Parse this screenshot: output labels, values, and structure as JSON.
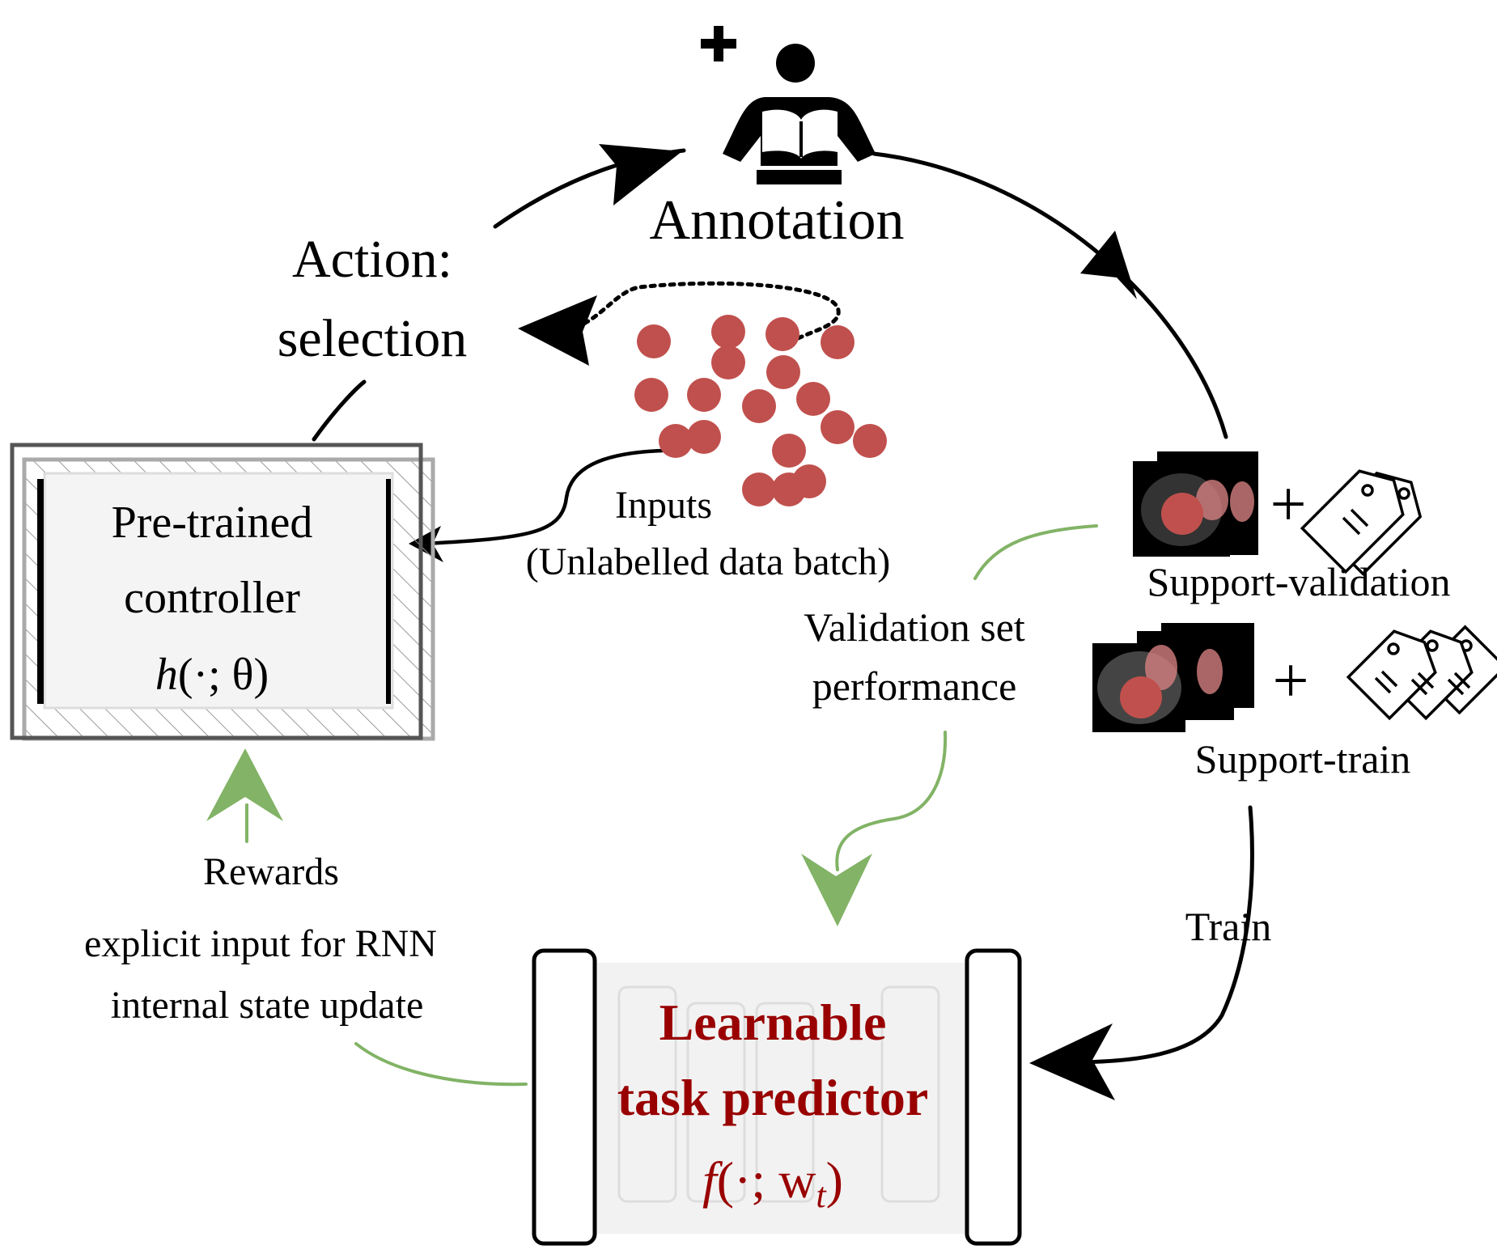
{
  "labels": {
    "annotation": "Annotation",
    "action_line1": "Action:",
    "action_line2": "selection",
    "inputs_line1": "Inputs",
    "inputs_line2": "(Unlabelled data batch)",
    "controller_line1": "Pre-trained",
    "controller_line2": "controller",
    "controller_fn_h": "h",
    "controller_fn_args": "(·; θ)",
    "support_validation": "Support-validation",
    "support_train": "Support-train",
    "plus": "+",
    "validation_line1": "Validation set",
    "validation_line2": "performance",
    "train": "Train",
    "rewards": "Rewards",
    "rewards_desc_line1": "explicit input for RNN",
    "rewards_desc_line2": "internal state update",
    "predictor_line1": "Learnable",
    "predictor_line2": "task predictor",
    "predictor_fn_f": "f",
    "predictor_fn_args": "(·; w",
    "predictor_fn_sub": "t",
    "predictor_fn_close": ")"
  },
  "colors": {
    "data_point": "#c0504d",
    "green_arrow": "#82b366",
    "predictor_text": "#990000",
    "black": "#000000"
  },
  "icons": [
    "annotator-icon",
    "plus-icon",
    "tag-icon",
    "ct-scan-icon"
  ]
}
